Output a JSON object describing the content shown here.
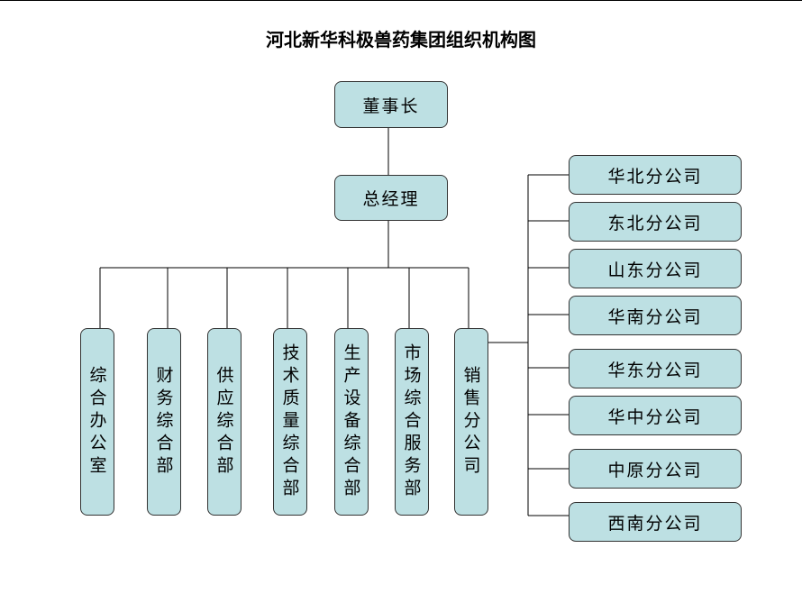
{
  "title": "河北新华科极兽药集团组织机构图",
  "colors": {
    "box_fill": "#bde0e3",
    "line": "#000000"
  },
  "nodes": {
    "chairman": "董事长",
    "gm": "总经理",
    "departments": [
      "综合办公室",
      "财务综合部",
      "供应综合部",
      "技术质量综合部",
      "生产设备综合部",
      "市场综合服务部",
      "销售分公司"
    ],
    "branches": [
      "华北分公司",
      "东北分公司",
      "山东分公司",
      "华南分公司",
      "华东分公司",
      "华中分公司",
      "中原分公司",
      "西南分公司"
    ]
  }
}
